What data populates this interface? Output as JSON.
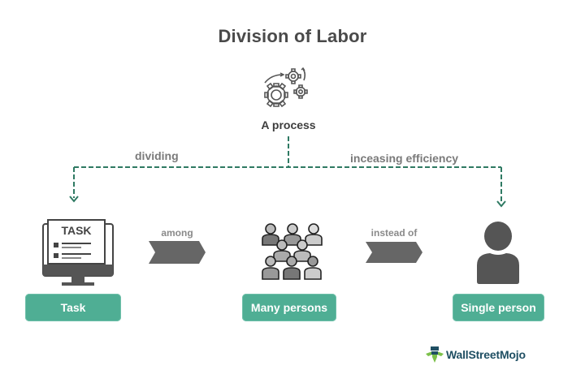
{
  "diagram": {
    "title": "Division of Labor",
    "process": {
      "label": "A process",
      "icon": "gears-icon"
    },
    "edges": {
      "left_label": "dividing",
      "right_label": "inceasing efficiency",
      "among_label": "among",
      "instead_label": "instead of"
    },
    "nodes": [
      {
        "id": "task",
        "label": "Task",
        "icon": "task-monitor-icon",
        "icon_text": "TASK"
      },
      {
        "id": "many",
        "label": "Many persons",
        "icon": "group-people-icon"
      },
      {
        "id": "single",
        "label": "Single person",
        "icon": "single-person-icon"
      }
    ],
    "colors": {
      "accent": "#4fae94",
      "connector": "#2f7a63",
      "arrow": "#646464",
      "icon": "#555555"
    }
  },
  "branding": {
    "name": "WallStreetMojo"
  }
}
